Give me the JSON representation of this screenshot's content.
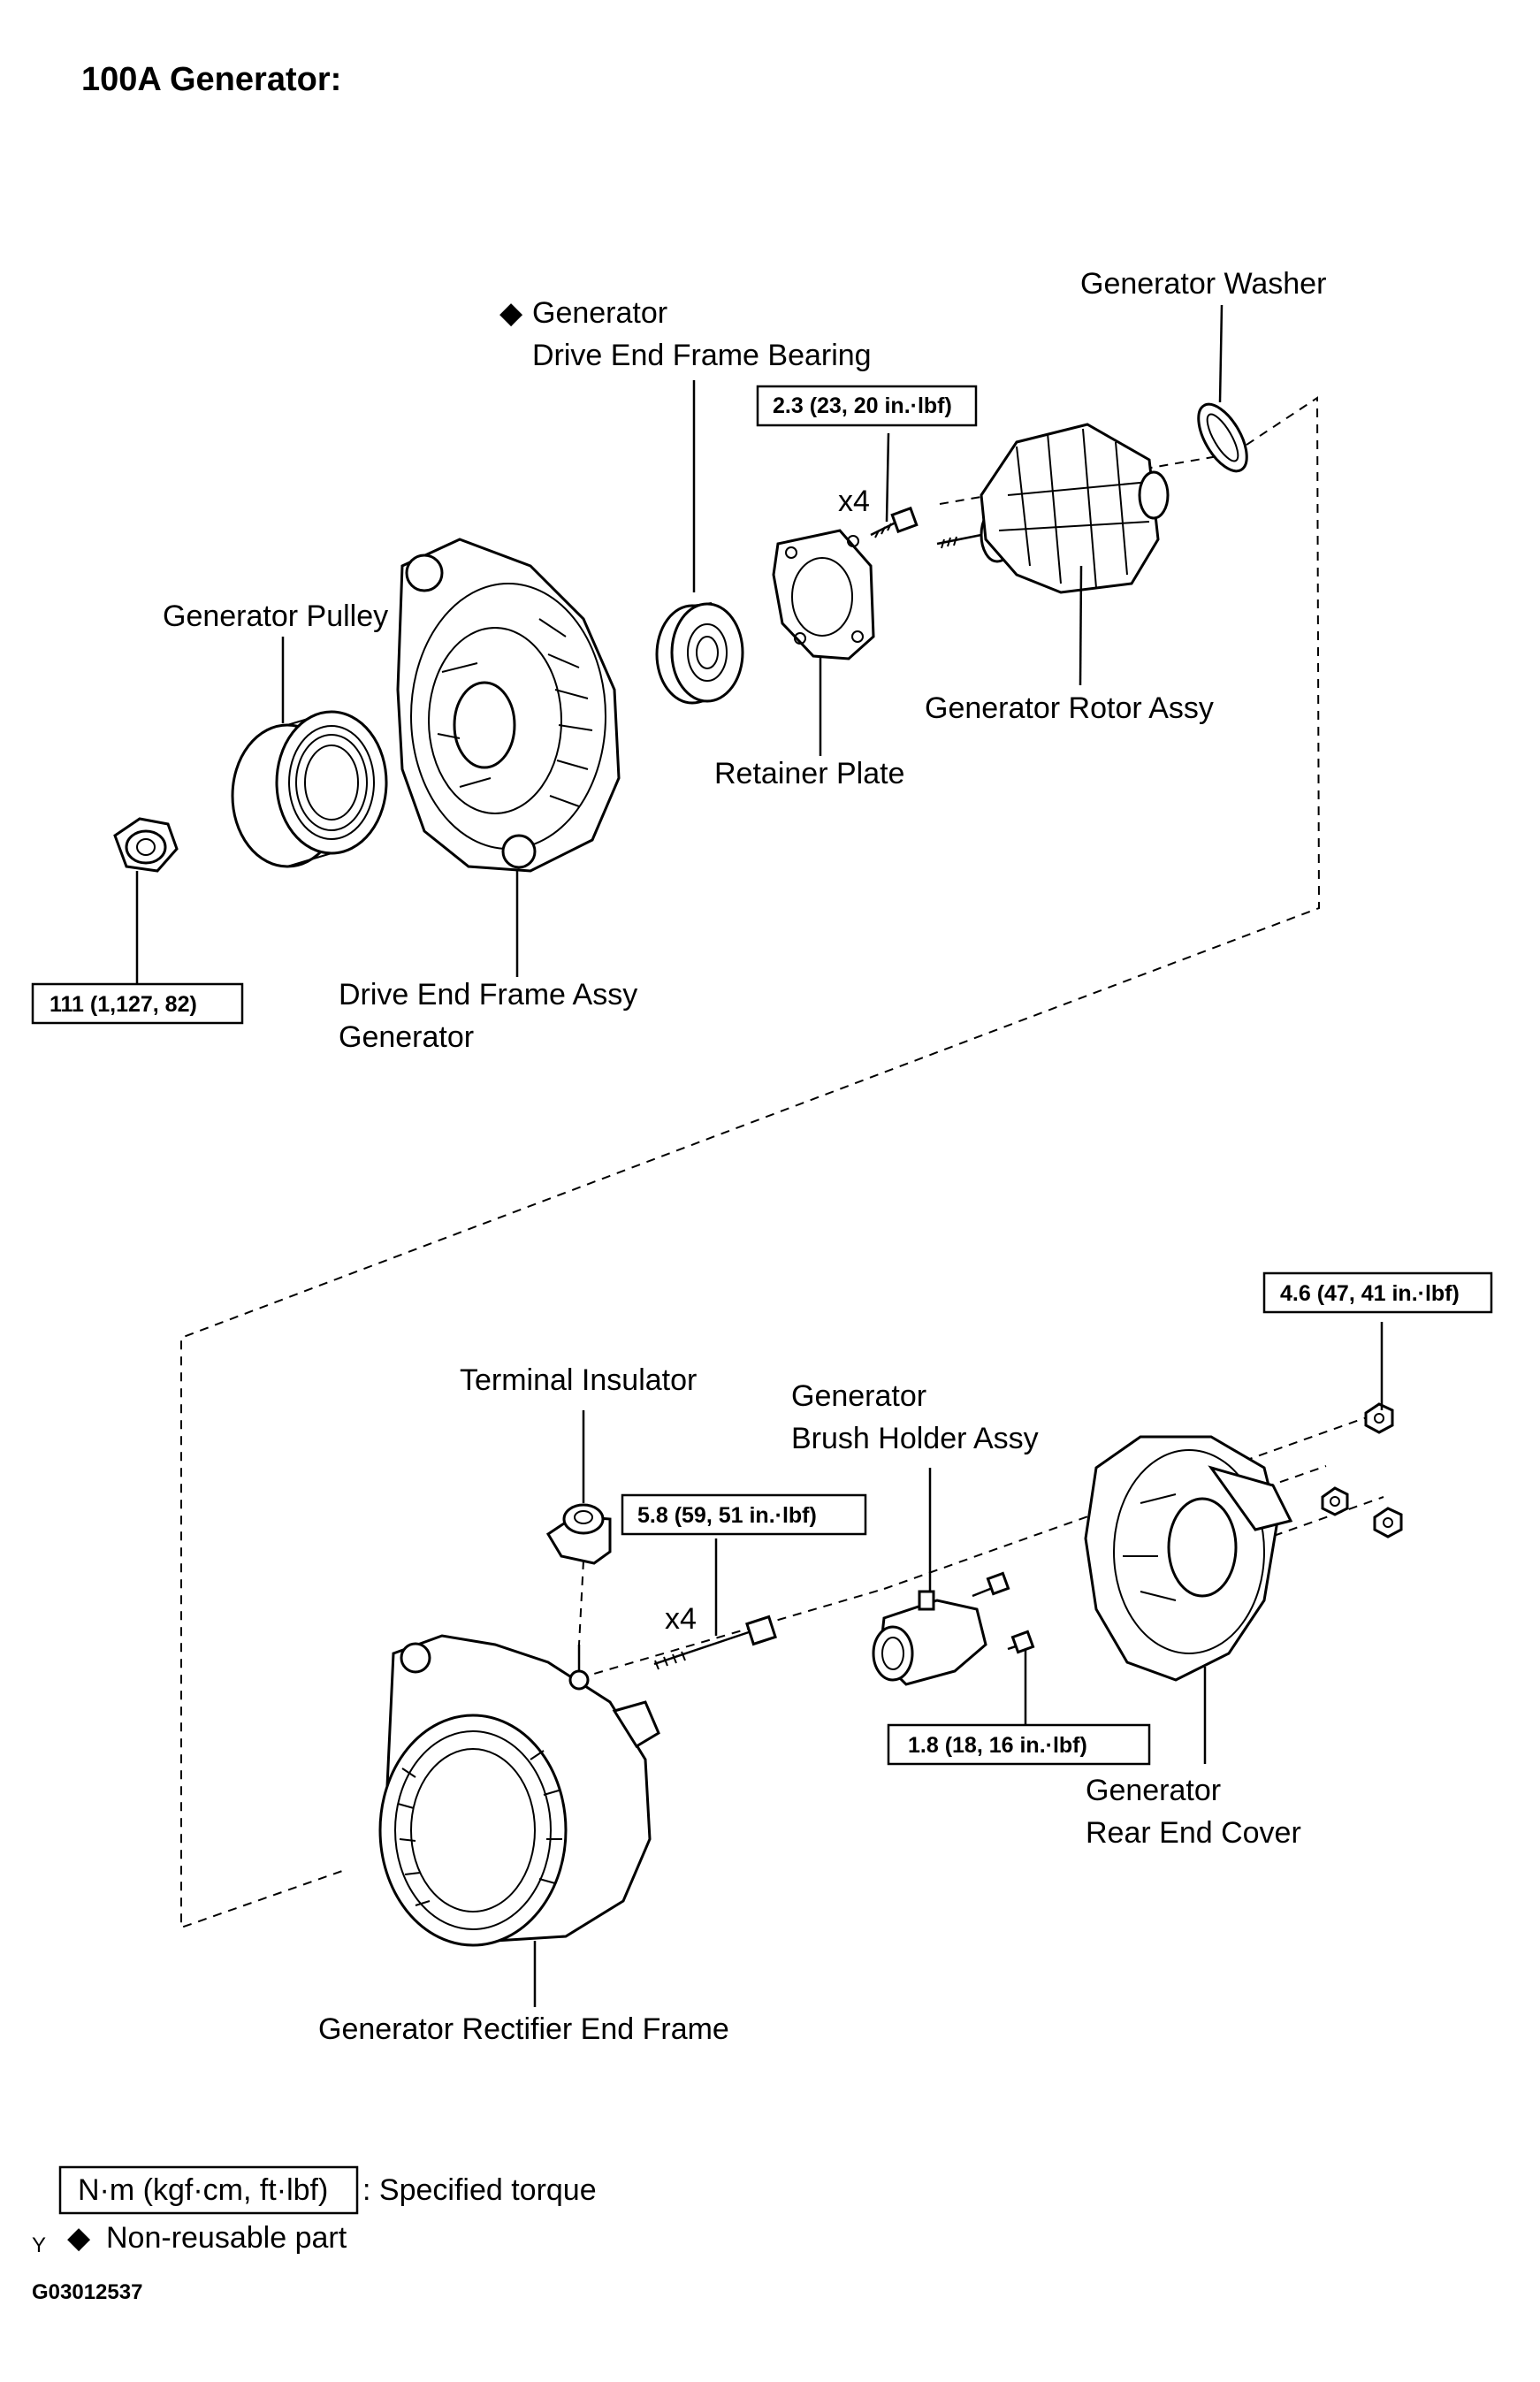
{
  "title": "100A Generator:",
  "parts": {
    "washer": "Generator Washer",
    "bearing_marker": "◆",
    "bearing_line1": "Generator",
    "bearing_line2": "Drive End Frame Bearing",
    "pulley": "Generator Pulley",
    "rotor": "Generator Rotor Assy",
    "retainer": "Retainer Plate",
    "drive_end_line1": "Drive End Frame Assy",
    "drive_end_line2": "Generator",
    "terminal_insulator": "Terminal Insulator",
    "brush_line1": "Generator",
    "brush_line2": "Brush Holder Assy",
    "rear_cover_line1": "Generator",
    "rear_cover_line2": "Rear End Cover",
    "rectifier": "Generator Rectifier End Frame"
  },
  "torques": {
    "retainer_screw": "2.3 (23, 20 in.·lbf)",
    "pulley_nut": "111 (1,127, 82)",
    "rear_nut": "4.6 (47, 41 in.·lbf)",
    "through_bolt": "5.8 (59, 51 in.·lbf)",
    "brush_screw": "1.8 (18, 16 in.·lbf)"
  },
  "quantities": {
    "retainer_screw": "x4",
    "through_bolt": "x4"
  },
  "legend": {
    "torque_box": "N·m (kgf·cm, ft·lbf)",
    "torque_text": ": Specified torque",
    "marker_y": "Y",
    "marker": "◆",
    "nonreusable_text": "Non-reusable part"
  },
  "figure_id": "G03012537"
}
